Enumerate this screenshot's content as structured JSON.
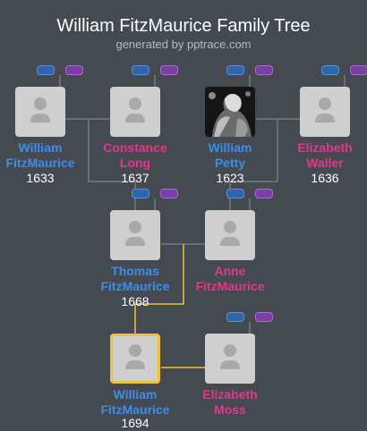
{
  "header": {
    "title": "William FitzMaurice Family Tree",
    "subtitle": "generated by pptrace.com"
  },
  "people": {
    "william_1633": {
      "line1": "William",
      "line2": "FitzMaurice",
      "year": "1633"
    },
    "constance": {
      "line1": "Constance",
      "line2": "Long",
      "year": "1637"
    },
    "william_petty": {
      "line1": "William",
      "line2": "Petty",
      "year": "1623"
    },
    "elizabeth_waller": {
      "line1": "Elizabeth",
      "line2": "Waller",
      "year": "1636"
    },
    "thomas": {
      "line1": "Thomas",
      "line2": "FitzMaurice",
      "year": "1668"
    },
    "anne": {
      "line1": "Anne",
      "line2": "FitzMaurice",
      "year": ""
    },
    "william_1694": {
      "line1": "William",
      "line2": "FitzMaurice",
      "year": "1694"
    },
    "elizabeth_moss": {
      "line1": "Elizabeth",
      "line2": "Moss",
      "year": ""
    }
  },
  "colors": {
    "background": "#454a51",
    "male": "#3c8ee8",
    "female": "#e2378c",
    "highlight": "#f0c23a",
    "toggle_blue": "#2f65ad",
    "toggle_purple": "#7a3ea6"
  },
  "icons": {
    "placeholder": "person-silhouette-icon",
    "toggle_father": "expand-father-toggle",
    "toggle_mother": "expand-mother-toggle"
  }
}
